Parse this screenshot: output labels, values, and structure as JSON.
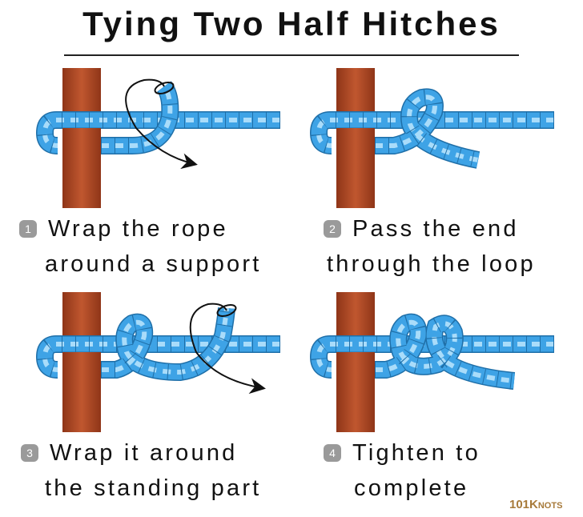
{
  "title": "Tying Two Half Hitches",
  "steps": [
    {
      "number": "1",
      "line1": "Wrap the rope",
      "line2": "around a support"
    },
    {
      "number": "2",
      "line1": "Pass the end",
      "line2": "through the loop"
    },
    {
      "number": "3",
      "line1": "Wrap it around",
      "line2": "the standing part"
    },
    {
      "number": "4",
      "line1": "Tighten to",
      "line2": "complete"
    }
  ],
  "logo": {
    "prefix": "101K",
    "suffix": "NOTS"
  },
  "colors": {
    "rope": "#3ea3e6",
    "rope_light": "#a9dcfa",
    "post": "#b14b28",
    "text": "#111111",
    "badge": "#9a9a9a",
    "logo": "#a77a3a"
  }
}
